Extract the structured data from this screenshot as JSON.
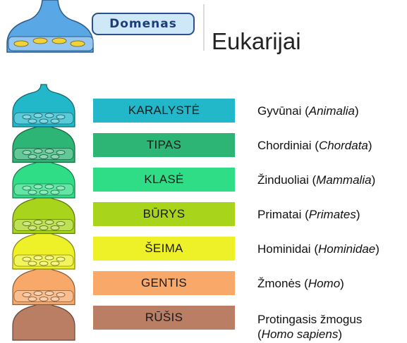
{
  "header": {
    "badge_label": "Domenas",
    "title": "Eukarijai"
  },
  "colors": {
    "karalyste": "#22b8c9",
    "tipas": "#2db576",
    "klase": "#2fdd86",
    "burys": "#a8d51b",
    "seima": "#eef028",
    "gentis": "#f8a868",
    "rusis": "#b97e64"
  },
  "ranks": [
    {
      "label": "KARALYSTĖ",
      "common": "Gyvūnai",
      "latin": "Animalia",
      "color": "#22b8c9"
    },
    {
      "label": "TIPAS",
      "common": "Chordiniai",
      "latin": "Chordata",
      "color": "#2db576"
    },
    {
      "label": "KLASĖ",
      "common": "Žinduoliai",
      "latin": "Mammalia",
      "color": "#2fdd86"
    },
    {
      "label": "BŪRYS",
      "common": "Primatai",
      "latin": "Primates",
      "color": "#a8d51b"
    },
    {
      "label": "ŠEIMA",
      "common": "Hominidai",
      "latin": "Hominidae",
      "color": "#eef028"
    },
    {
      "label": "GENTIS",
      "common": "Žmonės",
      "latin": "Homo",
      "color": "#f8a868"
    },
    {
      "label": "RŪŠIS",
      "common": "Protingasis žmogus",
      "latin": "Homo sapiens",
      "color": "#b97e64"
    }
  ]
}
